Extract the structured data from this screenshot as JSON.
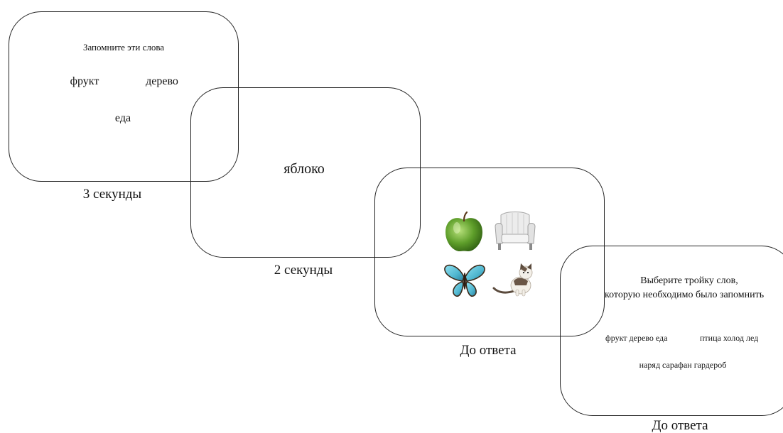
{
  "screen1": {
    "instruction": "Запомните эти слова",
    "word1": "фрукт",
    "word2": "дерево",
    "word3": "еда",
    "caption": "3 секунды"
  },
  "screen2": {
    "word": "яблоко",
    "caption": "2 секунды"
  },
  "screen3": {
    "images": [
      "apple",
      "armchair",
      "butterfly",
      "cat"
    ],
    "caption": "До ответа"
  },
  "screen4": {
    "instruction_line1": "Выберите тройку слов,",
    "instruction_line2": "которую необходимо было запомнить",
    "option1": "фрукт дерево еда",
    "option2": "птица холод лед",
    "option3": "наряд сарафан гардероб",
    "caption": "До ответа"
  },
  "colors": {
    "frame_stroke": "#222222",
    "apple_green": "#5e9e2a",
    "butterfly_blue": "#4fb6cf",
    "chair_white": "#ececec"
  }
}
